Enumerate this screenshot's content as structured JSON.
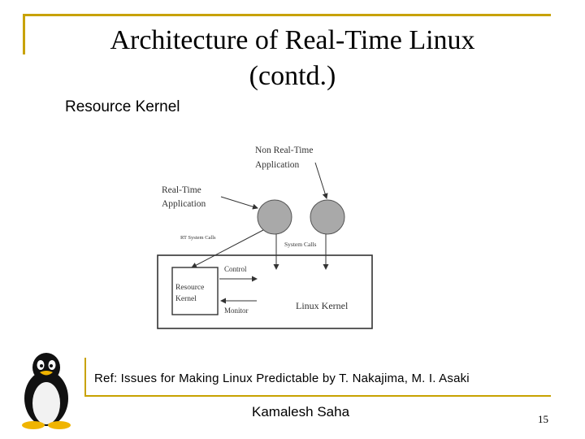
{
  "slide": {
    "title_line1": "Architecture of Real-Time Linux",
    "title_line2": "(contd.)",
    "subtitle": "Resource Kernel",
    "reference": "Ref: Issues for Making Linux Predictable by T. Nakajima, M. I. Asaki",
    "author": "Kamalesh Saha",
    "page_number": "15"
  },
  "diagram": {
    "non_rt_line1": "Non Real-Time",
    "non_rt_line2": "Application",
    "rt_line1": "Real-Time",
    "rt_line2": "Application",
    "rt_system_calls": "RT System Calls",
    "system_calls": "System Calls",
    "control": "Control",
    "resource_line1": "Resource",
    "resource_line2": "Kernel",
    "monitor": "Monitor",
    "linux_kernel": "Linux Kernel"
  },
  "colors": {
    "accent": "#c8a200",
    "process_fill": "#a9a9a9"
  },
  "icons": {
    "logo": "tux-penguin-icon"
  }
}
